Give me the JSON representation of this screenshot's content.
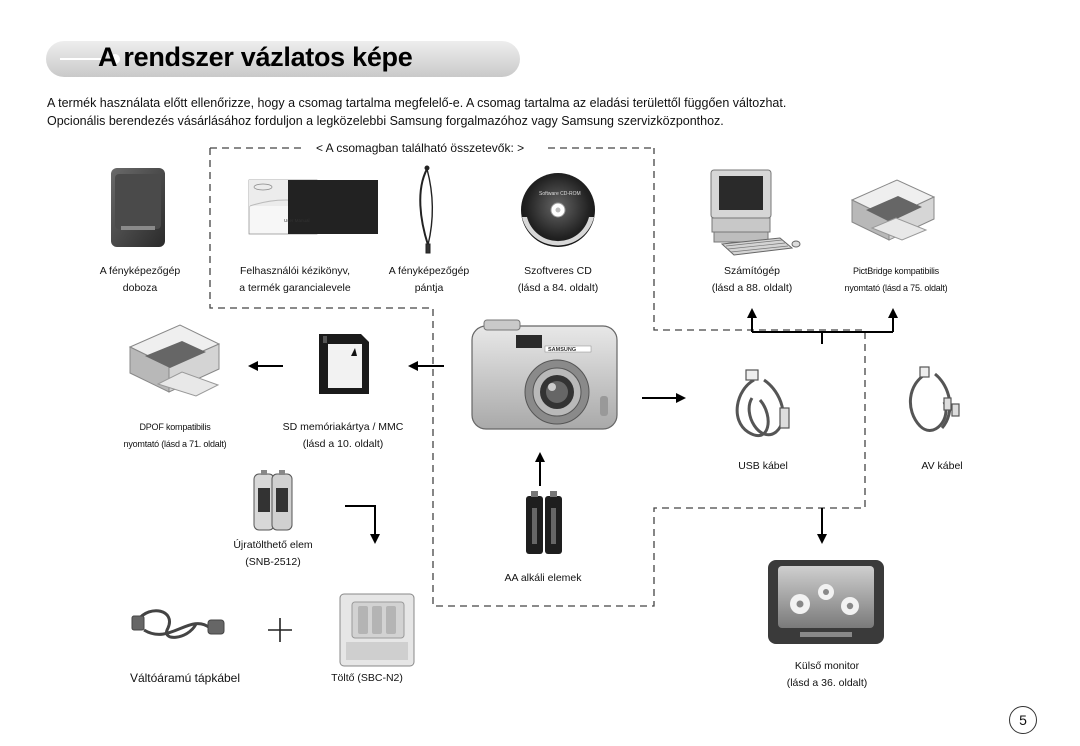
{
  "title": "A rendszer vázlatos képe",
  "intro": {
    "line1": "A termék használata előtt ellenőrizze, hogy a csomag tartalma megfelelő-e. A csomag tartalma az eladási területtől függően változhat.",
    "line2": "Opcionális berendezés vásárlásához forduljon a legközelebbi Samsung forgalmazóhoz vagy Samsung szervizközponthoz."
  },
  "package_label": "< A csomagban található összetevők: >",
  "items": {
    "camera_case": [
      "A fényképezőgép",
      "doboza"
    ],
    "manual": [
      "Felhasználói kézikönyv,",
      "a termék garancialevele"
    ],
    "strap": [
      "A fényképezőgép",
      "pántja"
    ],
    "software_cd": [
      "Szoftveres CD",
      "(lásd a 84. oldalt)"
    ],
    "computer": [
      "Számítógép",
      "(lásd a 88. oldalt)"
    ],
    "pictbridge_printer": [
      "PictBridge kompatibilis",
      "nyomtató (lásd a 75. oldalt)"
    ],
    "dpof_printer": [
      "DPOF kompatibilis",
      "nyomtató (lásd a 71. oldalt)"
    ],
    "sd_card": [
      "SD memóriakártya / MMC",
      "(lásd a 10. oldalt)"
    ],
    "usb_cable": [
      "USB kábel"
    ],
    "av_cable": [
      "AV kábel"
    ],
    "rechargeable_battery": [
      "Újratölthető elem",
      "(SNB-2512)"
    ],
    "aa_batteries": [
      "AA alkáli elemek"
    ],
    "ac_cable": [
      "Váltóáramú tápkábel"
    ],
    "charger": [
      "Töltő (SBC-N2)"
    ],
    "external_monitor": [
      "Külső monitor",
      "(lásd a 36. oldalt)"
    ]
  },
  "image_text": {
    "cd_label": "Software CD-ROM",
    "manual_label": "User Manual",
    "camera_brand": "SAMSUNG"
  },
  "page_number": "5"
}
